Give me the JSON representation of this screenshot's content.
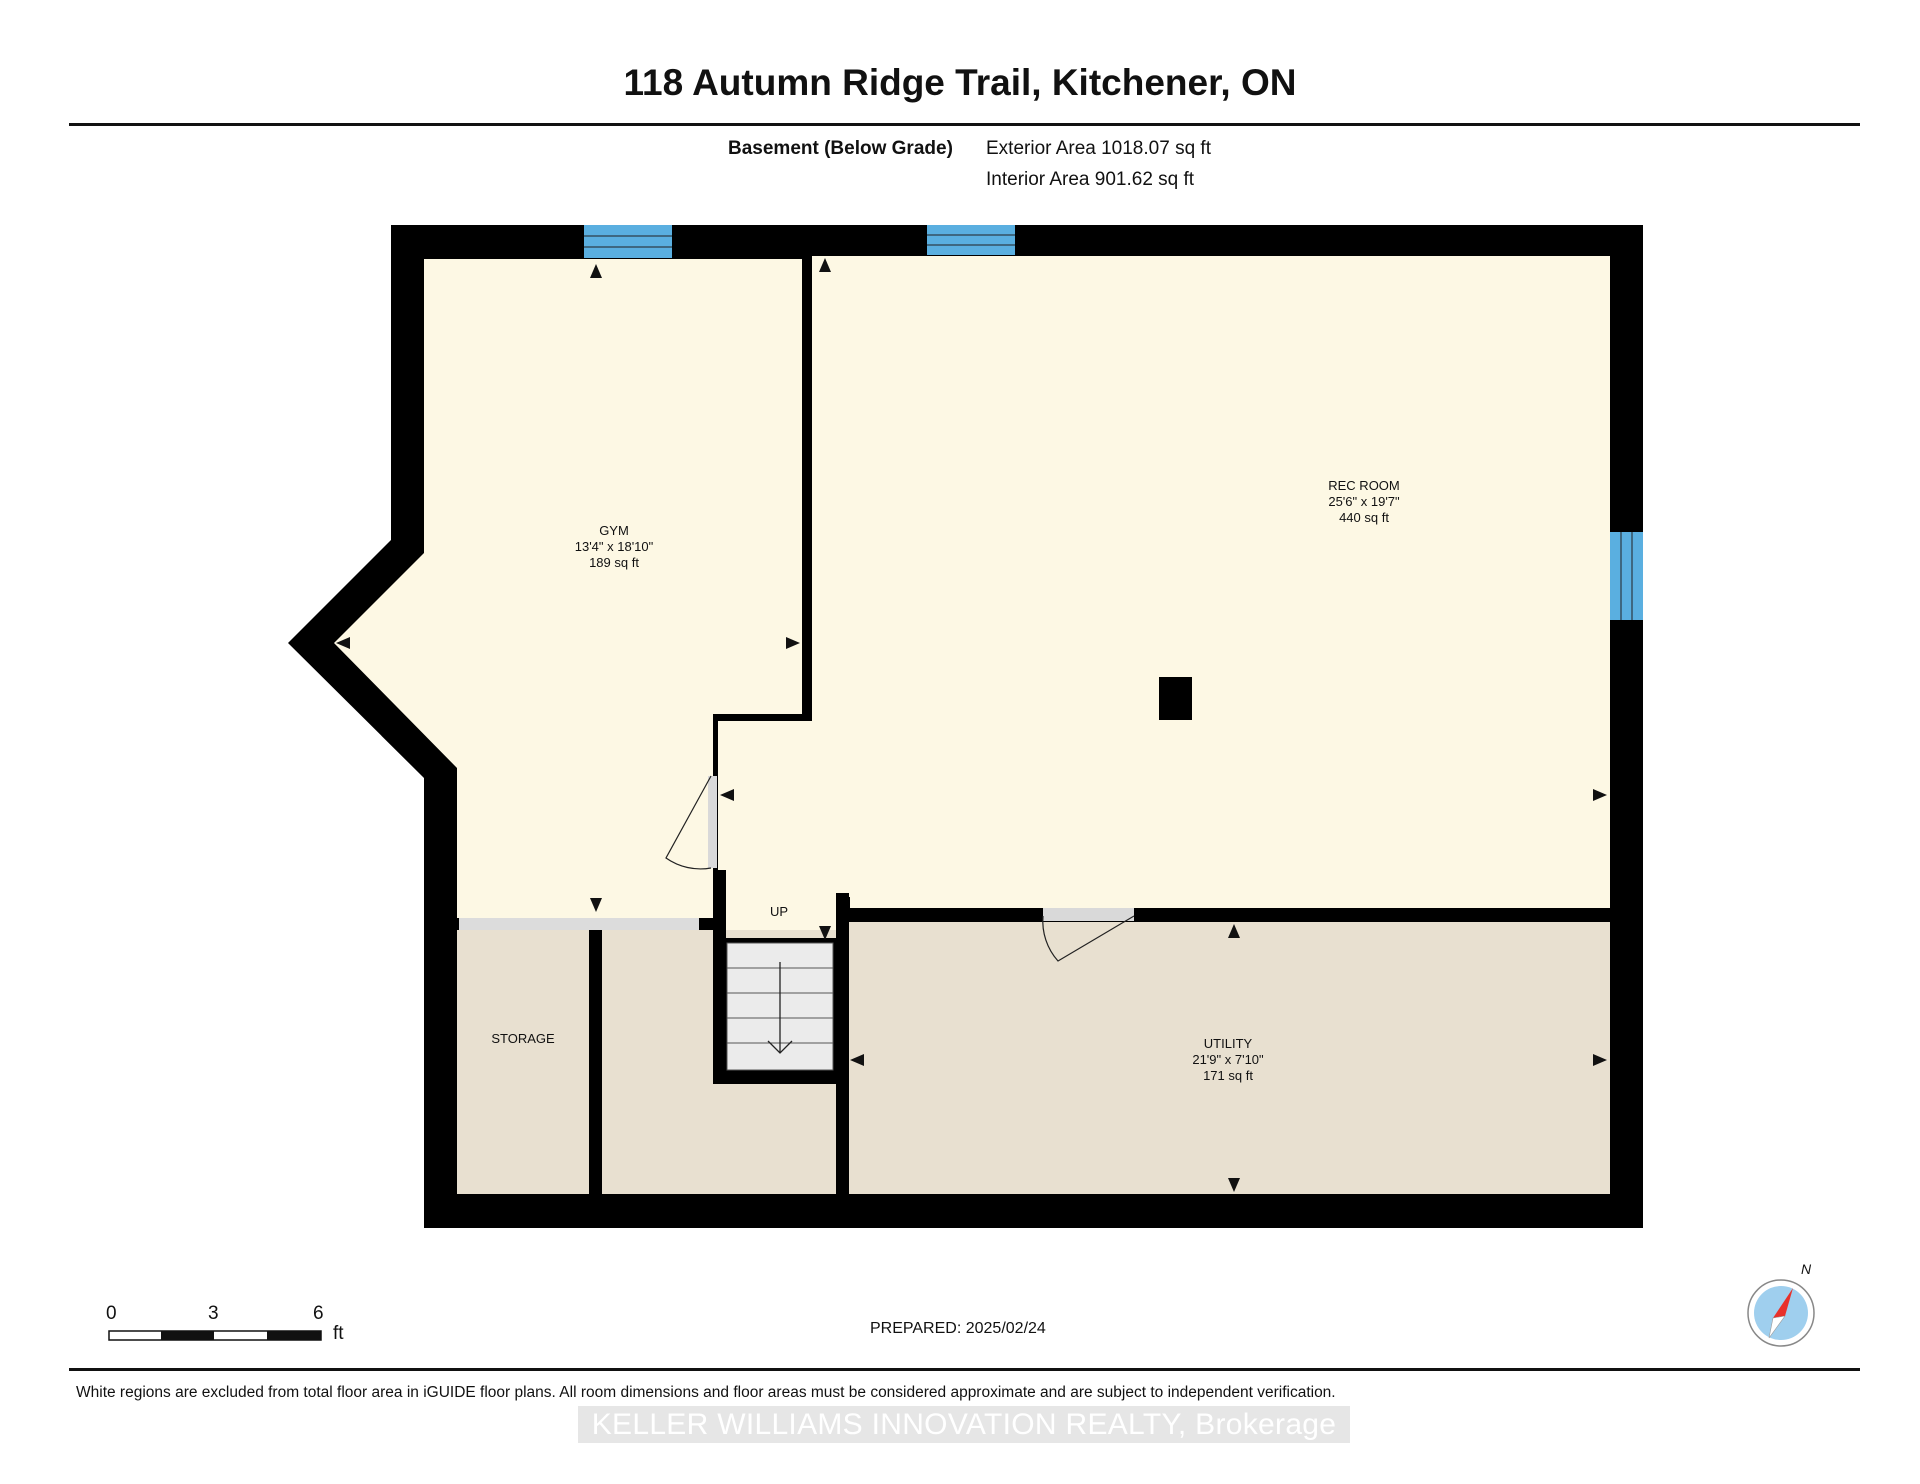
{
  "title": "118 Autumn Ridge Trail, Kitchener, ON",
  "level": "Basement (Below Grade)",
  "exterior_area": "Exterior Area 1018.07 sq ft",
  "interior_area": "Interior Area 901.62 sq ft",
  "rooms": {
    "gym": {
      "name": "GYM",
      "dims": "13'4\" x 18'10\"",
      "area": "189 sq ft"
    },
    "rec_room": {
      "name": "REC ROOM",
      "dims": "25'6\" x 19'7\"",
      "area": "440 sq ft"
    },
    "utility": {
      "name": "UTILITY",
      "dims": "21'9\" x 7'10\"",
      "area": "171 sq ft"
    },
    "storage": {
      "name": "STORAGE"
    },
    "stairs": {
      "label": "UP"
    }
  },
  "scale": {
    "ticks": [
      "0",
      "3",
      "6"
    ],
    "unit": "ft"
  },
  "north": {
    "label": "N"
  },
  "prepared": "PREPARED: 2025/02/24",
  "disclaimer": "White regions are excluded from total floor area in iGUIDE floor plans. All room dimensions and floor areas must be considered approximate and are subject to independent verification.",
  "brokerage": "KELLER WILLIAMS INNOVATION REALTY, Brokerage",
  "colors": {
    "wall": "#000000",
    "floor_main": "#fdf8e4",
    "floor_service": "#e8e0d0",
    "window": "#5aafe0",
    "stairs": "#ebebeb",
    "door": "#d9d9d9",
    "compass_arrow": "#e8302a",
    "compass_ring": "#9fcfee"
  }
}
